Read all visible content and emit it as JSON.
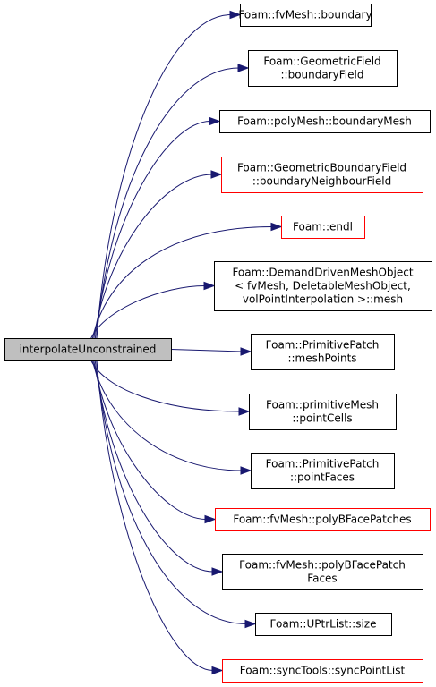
{
  "root": {
    "id": "root",
    "lines": [
      "interpolateUnconstrained"
    ]
  },
  "callees": [
    {
      "id": "n1",
      "lines": [
        "Foam::fvMesh::boundary"
      ],
      "border": "black"
    },
    {
      "id": "n2",
      "lines": [
        "Foam::GeometricField",
        "::boundaryField"
      ],
      "border": "black"
    },
    {
      "id": "n3",
      "lines": [
        "Foam::polyMesh::boundaryMesh"
      ],
      "border": "black"
    },
    {
      "id": "n4",
      "lines": [
        "Foam::GeometricBoundaryField",
        "::boundaryNeighbourField"
      ],
      "border": "red"
    },
    {
      "id": "n5",
      "lines": [
        "Foam::endl"
      ],
      "border": "red"
    },
    {
      "id": "n6",
      "lines": [
        "Foam::DemandDrivenMeshObject",
        "< fvMesh, DeletableMeshObject,",
        "volPointInterpolation >::mesh"
      ],
      "border": "black"
    },
    {
      "id": "n7",
      "lines": [
        "Foam::PrimitivePatch",
        "::meshPoints"
      ],
      "border": "black"
    },
    {
      "id": "n8",
      "lines": [
        "Foam::primitiveMesh",
        "::pointCells"
      ],
      "border": "black"
    },
    {
      "id": "n9",
      "lines": [
        "Foam::PrimitivePatch",
        "::pointFaces"
      ],
      "border": "black"
    },
    {
      "id": "n10",
      "lines": [
        "Foam::fvMesh::polyBFacePatches"
      ],
      "border": "red"
    },
    {
      "id": "n11",
      "lines": [
        "Foam::fvMesh::polyBFacePatch",
        "Faces"
      ],
      "border": "black"
    },
    {
      "id": "n12",
      "lines": [
        "Foam::UPtrList::size"
      ],
      "border": "black"
    },
    {
      "id": "n13",
      "lines": [
        "Foam::syncTools::syncPointList"
      ],
      "border": "red"
    }
  ],
  "colors": {
    "edge": "#191970",
    "root_fill": "#bfbfbf",
    "red_border": "#ff0000",
    "black_border": "#000000"
  }
}
